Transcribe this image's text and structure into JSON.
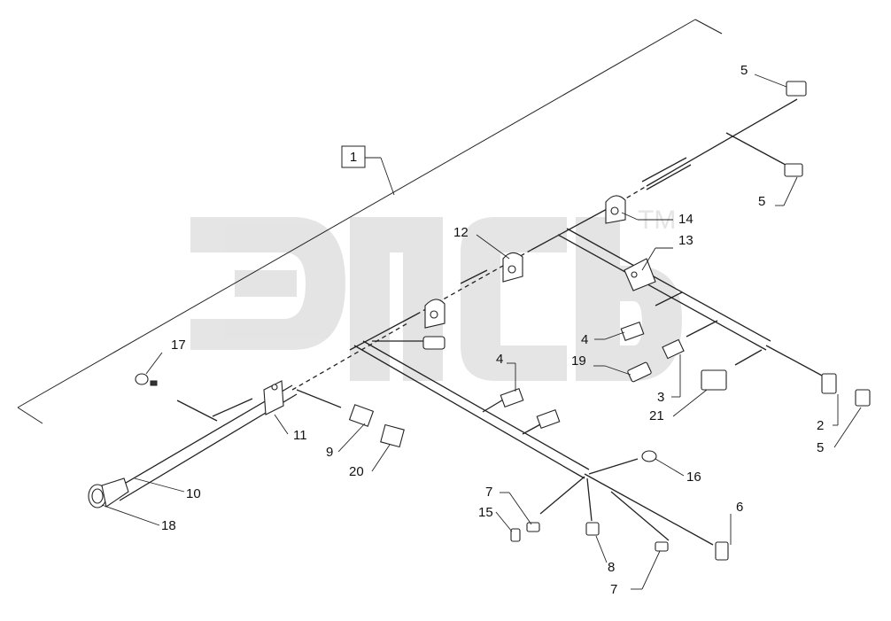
{
  "diagram": {
    "watermark": {
      "text": "ЭПСБ",
      "tm": "TM"
    },
    "assembly_label": "1",
    "callouts": [
      {
        "id": "c5a",
        "text": "5"
      },
      {
        "id": "c5b",
        "text": "5"
      },
      {
        "id": "c14",
        "text": "14"
      },
      {
        "id": "c13",
        "text": "13"
      },
      {
        "id": "c12",
        "text": "12"
      },
      {
        "id": "c4a",
        "text": "4"
      },
      {
        "id": "c19",
        "text": "19"
      },
      {
        "id": "c3",
        "text": "3"
      },
      {
        "id": "c21",
        "text": "21"
      },
      {
        "id": "c2",
        "text": "2"
      },
      {
        "id": "c5c",
        "text": "5"
      },
      {
        "id": "c17",
        "text": "17"
      },
      {
        "id": "c4b",
        "text": "4"
      },
      {
        "id": "c11",
        "text": "11"
      },
      {
        "id": "c9",
        "text": "9"
      },
      {
        "id": "c20",
        "text": "20"
      },
      {
        "id": "c10",
        "text": "10"
      },
      {
        "id": "c18",
        "text": "18"
      },
      {
        "id": "c16",
        "text": "16"
      },
      {
        "id": "c7a",
        "text": "7"
      },
      {
        "id": "c15",
        "text": "15"
      },
      {
        "id": "c6",
        "text": "6"
      },
      {
        "id": "c8",
        "text": "8"
      },
      {
        "id": "c7b",
        "text": "7"
      }
    ]
  }
}
